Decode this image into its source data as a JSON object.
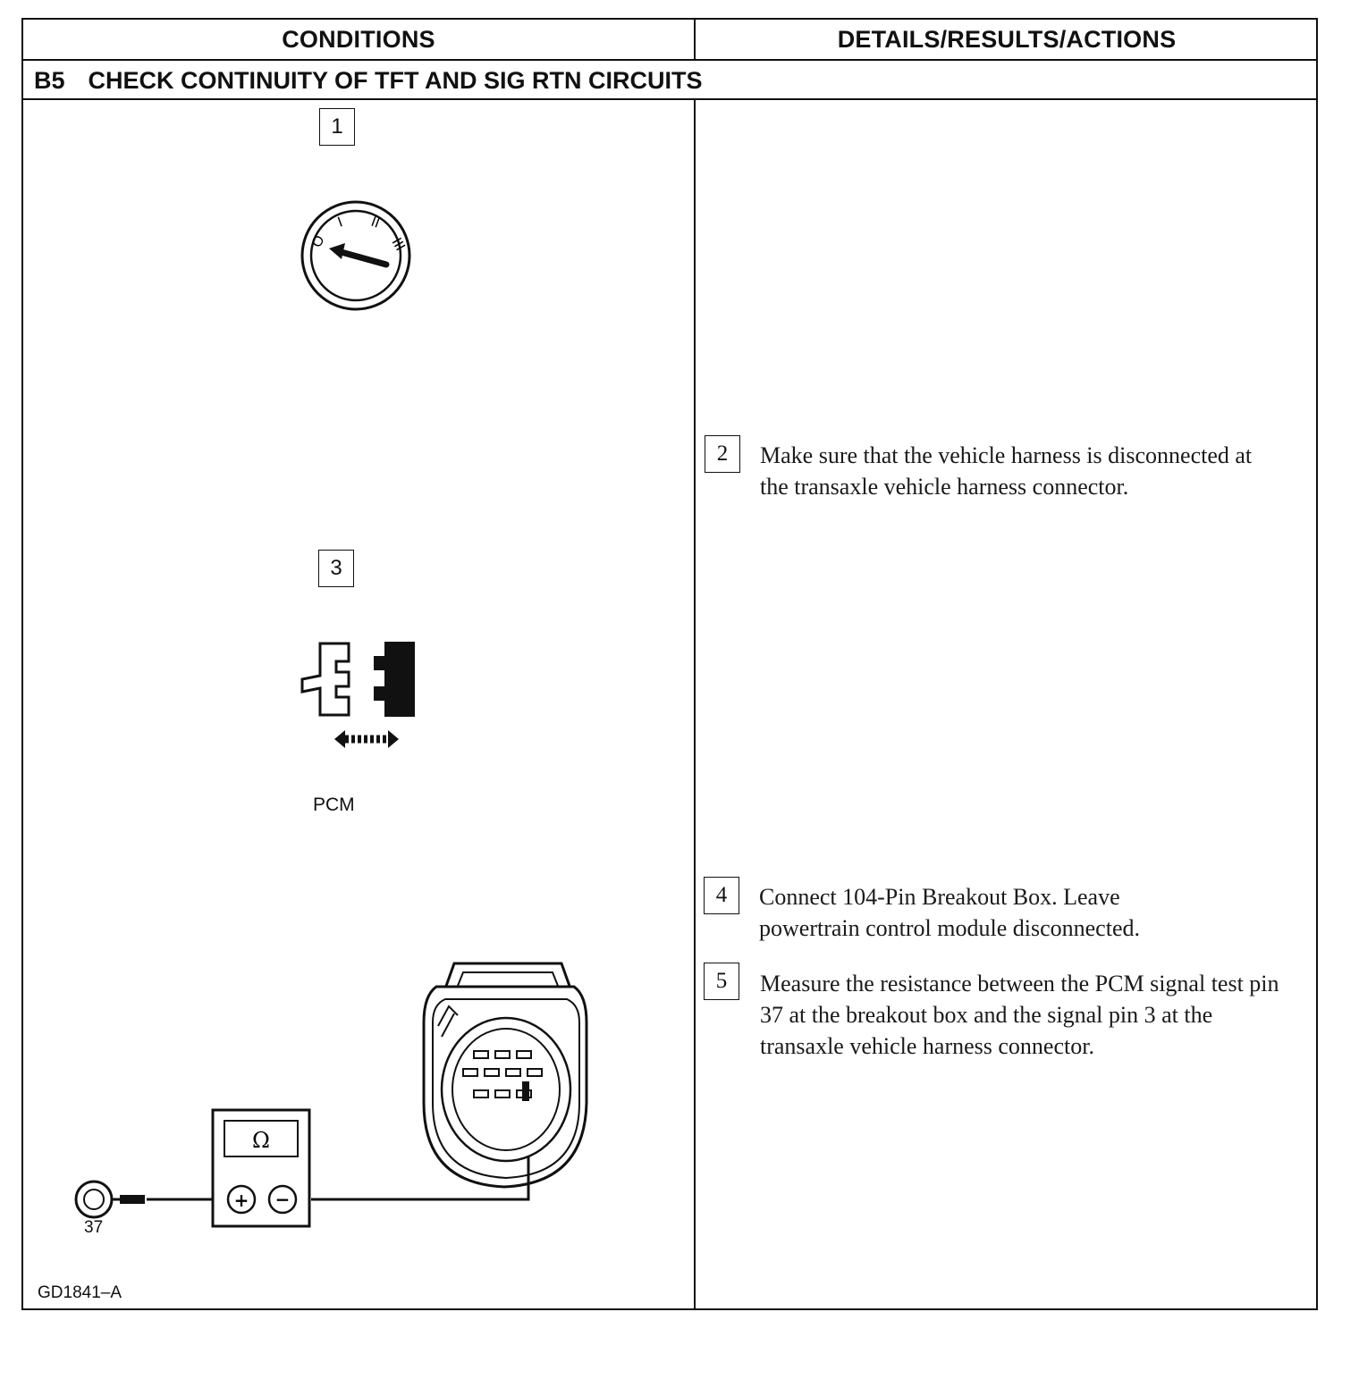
{
  "table": {
    "col_conditions": "CONDITIONS",
    "col_details": "DETAILS/RESULTS/ACTIONS"
  },
  "step": {
    "code": "B5",
    "title": "CHECK CONTINUITY OF TFT AND SIG RTN CIRCUITS"
  },
  "conditions": {
    "step1_number": "1",
    "step3_number": "3",
    "ignition_marks": [
      "O",
      "I",
      "II",
      "III"
    ],
    "pcm_label": "PCM",
    "meter_symbol": "Ω",
    "meter_plus": "+",
    "meter_minus": "−",
    "pin_label": "37",
    "figure_id": "GD1841–A"
  },
  "actions": [
    {
      "number": "2",
      "text": "Make sure that the vehicle harness is disconnected at the transaxle vehicle harness connector."
    },
    {
      "number": "4",
      "text": "Connect 104-Pin Breakout Box. Leave powertrain control module disconnected."
    },
    {
      "number": "5",
      "text": "Measure the resistance between the PCM signal test pin 37 at the breakout box and the signal pin 3 at the transaxle vehicle harness connector."
    }
  ]
}
